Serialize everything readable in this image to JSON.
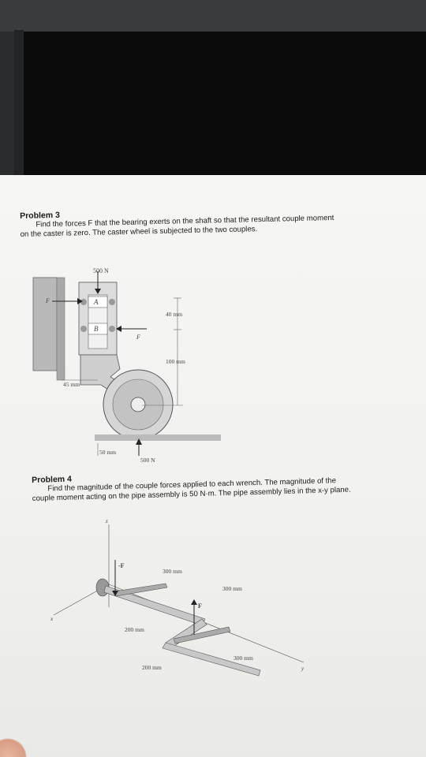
{
  "problem3": {
    "title": "Problem 3",
    "line1": "Find the forces F that the bearing exerts on the shaft so that the resultant couple moment",
    "line2": "on the caster is zero. The caster wheel is subjected to the two couples.",
    "figure": {
      "force_top": "500 N",
      "label_f_left": "F",
      "label_a": "A",
      "label_b": "B",
      "label_f_right": "F",
      "dim_40": "40 mm",
      "dim_100": "100 mm",
      "dim_45": "45 mm",
      "dim_50": "50 mm",
      "force_bottom": "500 N"
    }
  },
  "problem4": {
    "title": "Problem 4",
    "line1": "Find the magnitude of the couple forces applied to each wrench. The magnitude of the",
    "line2": "couple moment acting on the pipe assembly is 50 N·m. The pipe assembly lies in the x-y plane.",
    "figure": {
      "axis_z": "z",
      "axis_x": "x",
      "axis_y": "y",
      "force_neg": "-F",
      "force_pos": "F",
      "dim_300a": "300 mm",
      "dim_300b": "300 mm",
      "dim_300c": "300 mm",
      "dim_200a": "200 mm",
      "dim_200b": "200 mm"
    }
  }
}
